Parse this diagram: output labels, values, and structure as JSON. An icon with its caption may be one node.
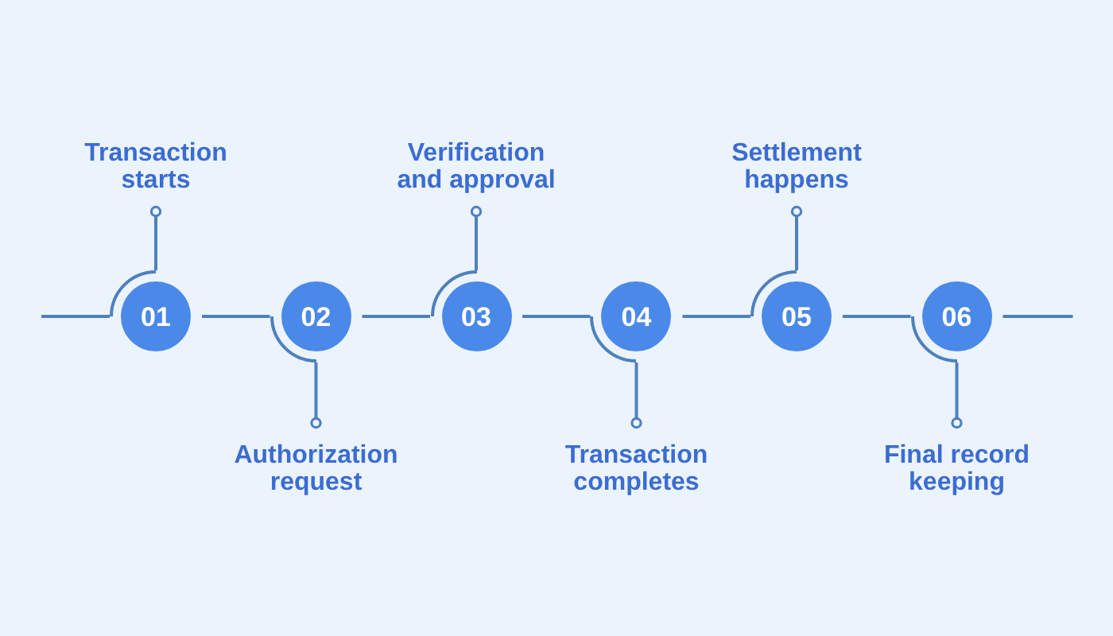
{
  "diagram": {
    "nodes": [
      {
        "text": [
          "01"
        ]
      },
      {
        "text": [
          "Transaction starts"
        ]
      },
      {
        "text": [
          "02"
        ]
      },
      {
        "text": [
          "Authorization request"
        ]
      },
      {
        "text": [
          "03"
        ]
      },
      {
        "text": [
          "Verification and approval"
        ]
      },
      {
        "text": [
          "04"
        ]
      },
      {
        "text": [
          "Transaction completes"
        ]
      },
      {
        "text": [
          "05"
        ]
      },
      {
        "text": [
          "Settlement happens"
        ]
      },
      {
        "text": [
          "06"
        ]
      },
      {
        "text": [
          "Final record keeping"
        ]
      }
    ],
    "edges": [
      {
        "from": null,
        "to": 0,
        "arrow": "none"
      },
      {
        "from": 0,
        "to": 2,
        "arrow": "none"
      },
      {
        "from": 2,
        "to": 4,
        "arrow": "none"
      },
      {
        "from": 4,
        "to": 6,
        "arrow": "none"
      },
      {
        "from": 6,
        "to": 8,
        "arrow": "none"
      },
      {
        "from": 8,
        "to": 10,
        "arrow": "none"
      },
      {
        "from": 10,
        "to": null,
        "arrow": "none"
      },
      {
        "from": 1,
        "to": 0,
        "arrow": "other"
      },
      {
        "from": 3,
        "to": 2,
        "arrow": "other"
      },
      {
        "from": 5,
        "to": 4,
        "arrow": "other"
      },
      {
        "from": 7,
        "to": 6,
        "arrow": "other"
      },
      {
        "from": 9,
        "to": 8,
        "arrow": "other"
      },
      {
        "from": 11,
        "to": 10,
        "arrow": "other"
      }
    ]
  }
}
